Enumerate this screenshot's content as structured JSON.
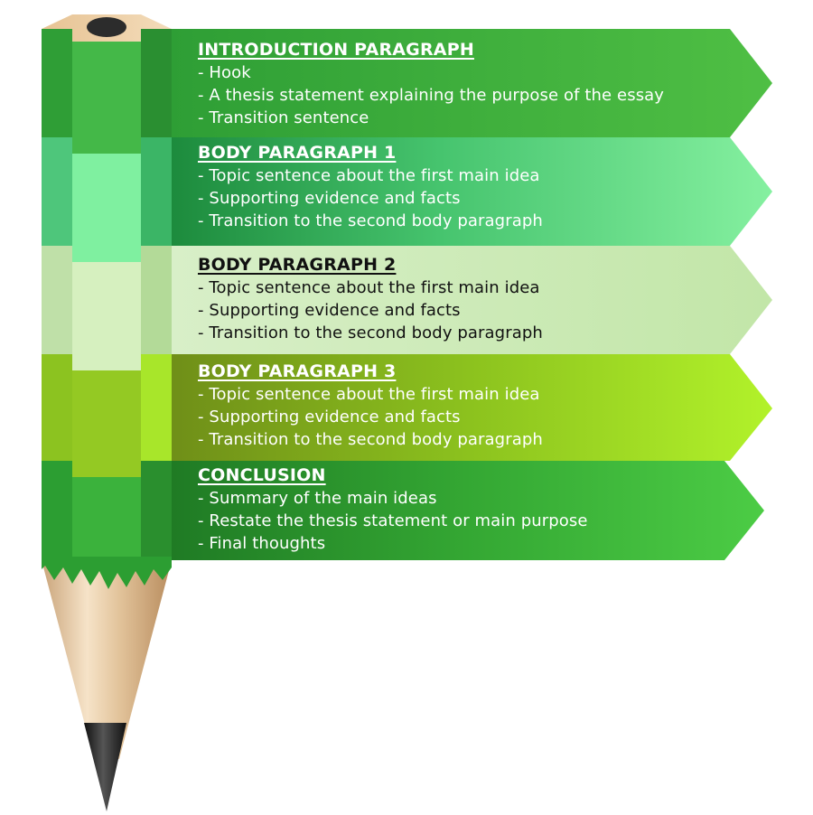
{
  "sections": [
    {
      "title": "INTRODUCTION PARAGRAPH",
      "bullets": [
        "- Hook",
        "- A thesis statement explaining the purpose of the essay",
        "- Transition sentence"
      ],
      "text_color": "#ffffff"
    },
    {
      "title": "BODY PARAGRAPH 1",
      "bullets": [
        "- Topic sentence about the first main idea",
        "- Supporting evidence and facts",
        "- Transition to the second body paragraph"
      ],
      "text_color": "#ffffff"
    },
    {
      "title": "BODY PARAGRAPH 2",
      "bullets": [
        "- Topic sentence about the first main idea",
        "- Supporting evidence and facts",
        "- Transition to the second body paragraph"
      ],
      "text_color": "#111111"
    },
    {
      "title": "BODY PARAGRAPH 3",
      "bullets": [
        "- Topic sentence about the first main idea",
        "- Supporting evidence and facts",
        "- Transition to the second body paragraph"
      ],
      "text_color": "#ffffff"
    },
    {
      "title": "CONCLUSION",
      "bullets": [
        "- Summary of the main ideas",
        "- Restate the thesis statement or main purpose",
        "- Final thoughts"
      ],
      "text_color": "#ffffff"
    }
  ],
  "colors": {
    "intro_band": "#3dac3d",
    "body1_band": "#5fdc8a",
    "body2_band": "#c8e9b2",
    "body3_band": "#8dc61f",
    "conclusion_band": "#2fa52f",
    "pencil_wood": "#e9c89a",
    "pencil_lead": "#222222"
  }
}
